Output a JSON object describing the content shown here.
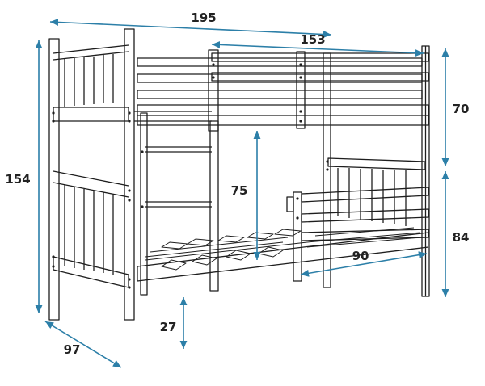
{
  "dimensions": {
    "total_length": "195",
    "inner_length": "153",
    "upper_height": "70",
    "lower_height": "84",
    "total_height": "154",
    "bed_clearance": "75",
    "mattress_width": "90",
    "floor_clearance": "27",
    "depth": "97"
  },
  "colors": {
    "dimension_arrow": "#2c7fa8",
    "frame_line": "#1e1e1e",
    "background": "#ffffff"
  }
}
